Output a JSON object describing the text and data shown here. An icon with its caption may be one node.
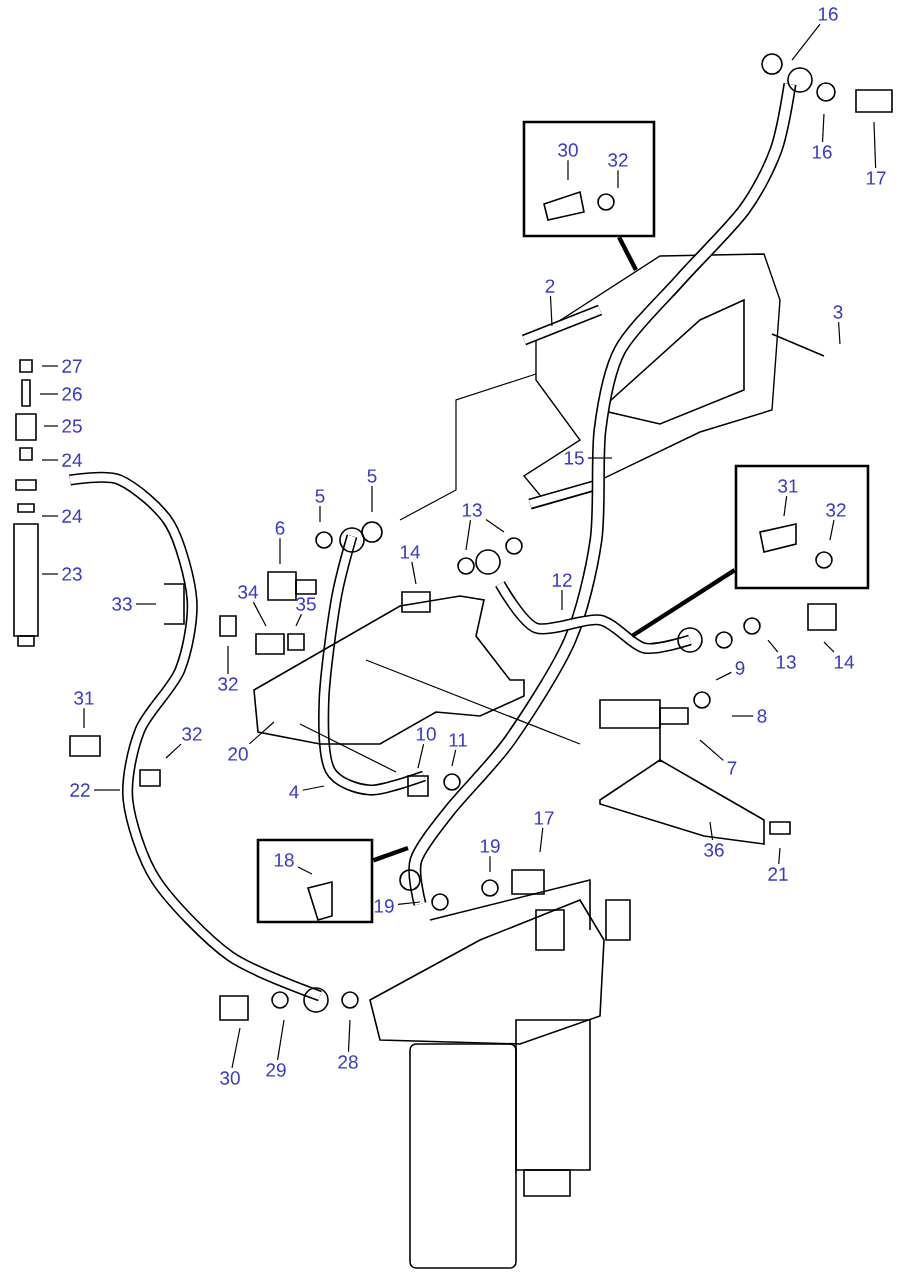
{
  "diagram": {
    "nodes": [
      {
        "text": [
          "16"
        ]
      },
      {
        "text": [],
        "shape": "box"
      },
      {
        "text": [
          "30"
        ],
        "in": 1
      },
      {
        "text": [
          "32"
        ],
        "in": 1
      },
      {
        "text": [
          "16"
        ]
      },
      {
        "text": [
          "17"
        ]
      },
      {
        "text": [
          "2"
        ]
      },
      {
        "text": [
          "3"
        ]
      },
      {
        "text": [
          "27"
        ]
      },
      {
        "text": [
          "26"
        ]
      },
      {
        "text": [
          "25"
        ]
      },
      {
        "text": [
          "24"
        ]
      },
      {
        "text": [
          "15"
        ]
      },
      {
        "text": [
          "5"
        ]
      },
      {
        "text": [
          "5"
        ]
      },
      {
        "text": [
          "24"
        ]
      },
      {
        "text": [],
        "shape": "box"
      },
      {
        "text": [
          "31"
        ],
        "in": 16
      },
      {
        "text": [
          "32"
        ],
        "in": 16
      },
      {
        "text": [
          "6"
        ]
      },
      {
        "text": [
          "13"
        ]
      },
      {
        "text": [
          "14"
        ]
      },
      {
        "text": [
          "23"
        ]
      },
      {
        "text": [
          "12"
        ]
      },
      {
        "text": [
          "33"
        ]
      },
      {
        "text": [
          "34"
        ]
      },
      {
        "text": [
          "35"
        ]
      },
      {
        "text": [
          "13"
        ]
      },
      {
        "text": [
          "14"
        ]
      },
      {
        "text": [
          "32"
        ]
      },
      {
        "text": [
          "9"
        ]
      },
      {
        "text": [
          "31"
        ]
      },
      {
        "text": [
          "8"
        ]
      },
      {
        "text": [
          "32"
        ]
      },
      {
        "text": [
          "10"
        ]
      },
      {
        "text": [
          "11"
        ]
      },
      {
        "text": [
          "20"
        ]
      },
      {
        "text": [
          "7"
        ]
      },
      {
        "text": [
          "22"
        ]
      },
      {
        "text": [
          "4"
        ]
      },
      {
        "text": [
          "36"
        ]
      },
      {
        "text": [
          "17"
        ]
      },
      {
        "text": [
          "21"
        ]
      },
      {
        "text": [],
        "shape": "box"
      },
      {
        "text": [
          "18"
        ],
        "in": 43
      },
      {
        "text": [
          "19"
        ]
      },
      {
        "text": [
          "19"
        ]
      },
      {
        "text": [
          "30"
        ]
      },
      {
        "text": [
          "29"
        ]
      },
      {
        "text": [
          "28"
        ]
      }
    ],
    "edges": [
      {
        "from": 0,
        "to": null,
        "arrow": "none"
      },
      {
        "from": 2,
        "to": null,
        "arrow": "none"
      },
      {
        "from": 3,
        "to": null,
        "arrow": "none"
      },
      {
        "from": 4,
        "to": null,
        "arrow": "none"
      },
      {
        "from": 5,
        "to": null,
        "arrow": "none"
      },
      {
        "from": 6,
        "to": null,
        "arrow": "none"
      },
      {
        "from": 7,
        "to": null,
        "arrow": "none"
      },
      {
        "from": 8,
        "to": null,
        "arrow": "none"
      },
      {
        "from": 9,
        "to": null,
        "arrow": "none"
      },
      {
        "from": 10,
        "to": null,
        "arrow": "none"
      },
      {
        "from": 11,
        "to": null,
        "arrow": "none"
      },
      {
        "from": 12,
        "to": null,
        "arrow": "none"
      },
      {
        "from": 13,
        "to": null,
        "arrow": "none"
      },
      {
        "from": 14,
        "to": null,
        "arrow": "none"
      },
      {
        "from": 15,
        "to": null,
        "arrow": "none"
      },
      {
        "from": 17,
        "to": null,
        "arrow": "none"
      },
      {
        "from": 18,
        "to": null,
        "arrow": "none"
      },
      {
        "from": 19,
        "to": null,
        "arrow": "none"
      },
      {
        "from": 20,
        "to": null,
        "arrow": "none"
      },
      {
        "from": 20,
        "to": null,
        "arrow": "none"
      },
      {
        "from": 21,
        "to": null,
        "arrow": "none"
      },
      {
        "from": 22,
        "to": null,
        "arrow": "none"
      },
      {
        "from": 23,
        "to": null,
        "arrow": "none"
      },
      {
        "from": 24,
        "to": null,
        "arrow": "none"
      },
      {
        "from": 25,
        "to": null,
        "arrow": "none"
      },
      {
        "from": 26,
        "to": null,
        "arrow": "none"
      },
      {
        "from": 27,
        "to": null,
        "arrow": "none"
      },
      {
        "from": 28,
        "to": null,
        "arrow": "none"
      },
      {
        "from": 29,
        "to": null,
        "arrow": "none"
      },
      {
        "from": 30,
        "to": null,
        "arrow": "none"
      },
      {
        "from": 31,
        "to": null,
        "arrow": "none"
      },
      {
        "from": 32,
        "to": null,
        "arrow": "none"
      },
      {
        "from": 33,
        "to": null,
        "arrow": "none"
      },
      {
        "from": 34,
        "to": null,
        "arrow": "none"
      },
      {
        "from": 35,
        "to": null,
        "arrow": "none"
      },
      {
        "from": 36,
        "to": null,
        "arrow": "none"
      },
      {
        "from": 37,
        "to": null,
        "arrow": "none"
      },
      {
        "from": 38,
        "to": null,
        "arrow": "none"
      },
      {
        "from": 39,
        "to": null,
        "arrow": "none"
      },
      {
        "from": 40,
        "to": null,
        "arrow": "none"
      },
      {
        "from": 41,
        "to": null,
        "arrow": "none"
      },
      {
        "from": 42,
        "to": null,
        "arrow": "none"
      },
      {
        "from": 44,
        "to": null,
        "arrow": "none"
      },
      {
        "from": 45,
        "to": null,
        "arrow": "none"
      },
      {
        "from": 46,
        "to": null,
        "arrow": "none"
      },
      {
        "from": 47,
        "to": null,
        "arrow": "none"
      },
      {
        "from": 48,
        "to": null,
        "arrow": "none"
      },
      {
        "from": 49,
        "to": null,
        "arrow": "none"
      },
      {
        "from": 1,
        "to": null,
        "arrow": "none",
        "style": "thick"
      },
      {
        "from": 16,
        "to": null,
        "arrow": "none",
        "style": "thick"
      },
      {
        "from": 43,
        "to": null,
        "arrow": "none",
        "style": "thick"
      }
    ]
  }
}
